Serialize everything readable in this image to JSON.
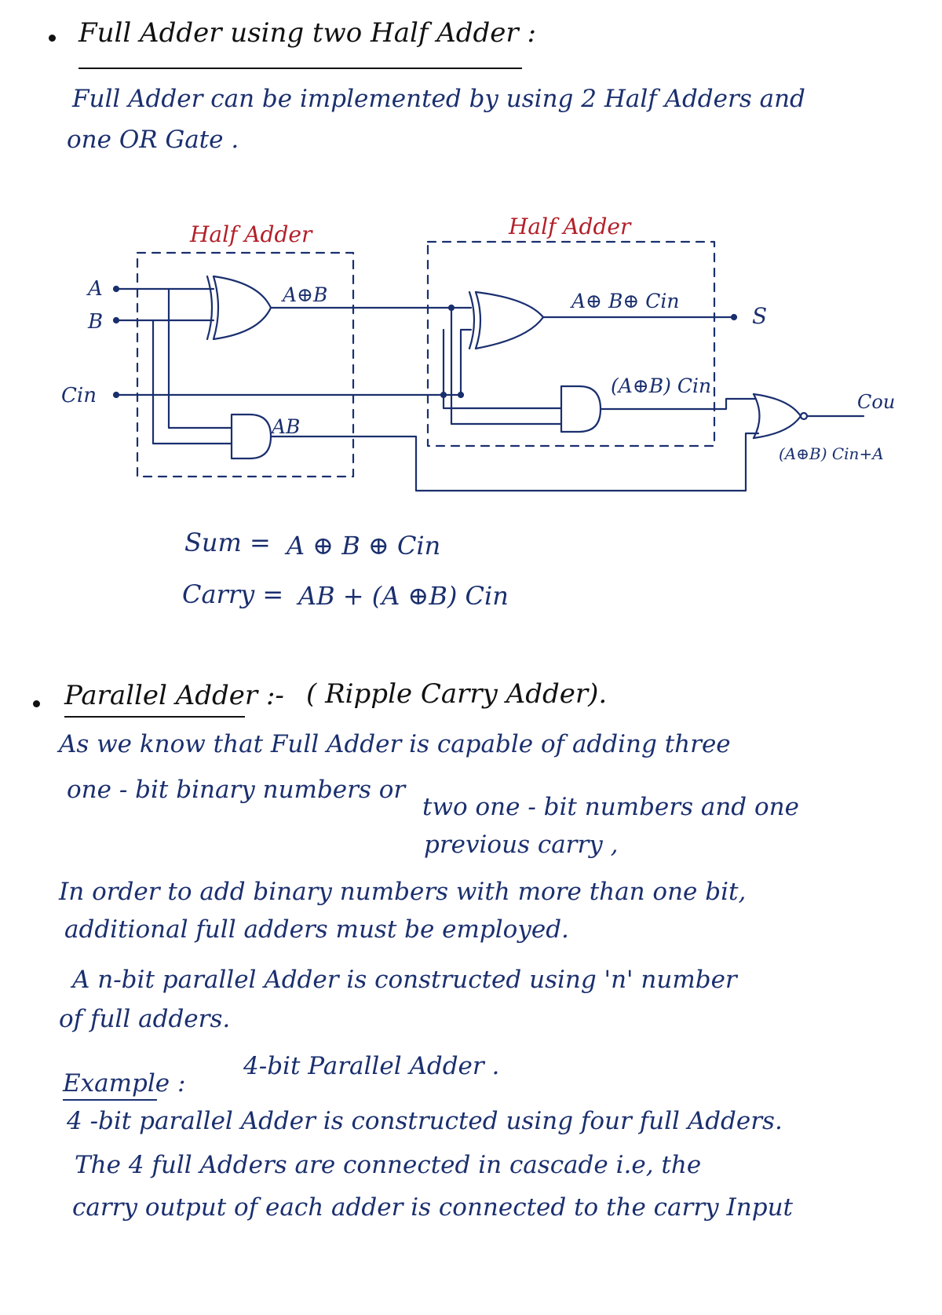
{
  "section1": {
    "heading": "Full Adder using two Half Adder :",
    "para_line1": "Full Adder can be implemented by using 2 Half Adders and",
    "para_line2": "one OR Gate ."
  },
  "diagram": {
    "half_adder_label_1": "Half Adder",
    "half_adder_label_2": "Half Adder",
    "input_a": "A",
    "input_b": "B",
    "input_cin": "Cin",
    "xor1_label": "A⊕B",
    "and1_label": "AB",
    "xor2_label": "A⊕ B⊕ Cin",
    "and2_label": "(A⊕B) Cin",
    "output_s": "S",
    "output_cout": "Cou",
    "or_out_label": "(A⊕B) Cin+A"
  },
  "equations": {
    "sum_label": "Sum =",
    "sum_expr": "A ⊕ B ⊕ Cin",
    "carry_label": "Carry =",
    "carry_expr": "AB + (A ⊕B) Cin"
  },
  "section2": {
    "heading": "Parallel Adder :-",
    "heading_paren": "( Ripple Carry Adder).",
    "p1_line1": "As we know that Full Adder is capable of adding three",
    "p1_line2": "one - bit binary numbers or",
    "p1_line3": "two one - bit numbers and one",
    "p1_line4": "previous carry ,",
    "p2_line1": "In order to add binary numbers with more than one bit,",
    "p2_line2": "additional full adders must be employed.",
    "p3_line1": "A n-bit parallel Adder is constructed using 'n' number",
    "p3_line2": "of full adders.",
    "example_label": "Example :",
    "example_title": "4-bit Parallel Adder .",
    "p4_line1": "4 -bit parallel Adder is constructed using four full Adders.",
    "p4_line2": "The 4 full Adders are connected in cascade i.e, the",
    "p4_line3": "carry output of each adder is connected to the carry Input"
  },
  "colors": {
    "ink_blue": "#1a2f6e",
    "ink_red": "#b3202a",
    "ink_black": "#111111"
  }
}
